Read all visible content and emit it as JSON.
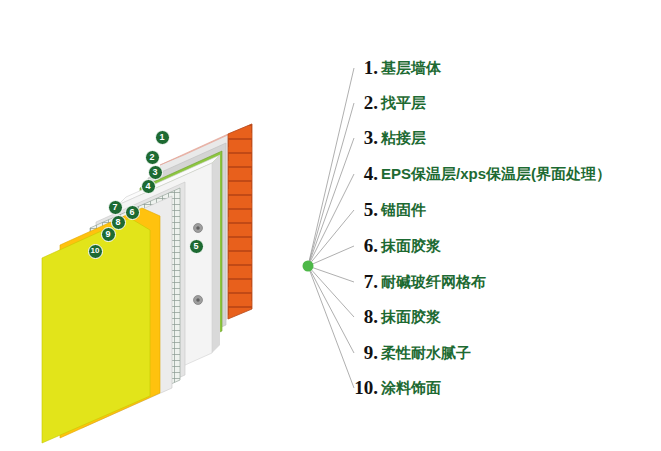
{
  "diagram": {
    "nodes": [
      {
        "text": [
          "1"
        ]
      },
      {
        "text": [
          "2"
        ]
      },
      {
        "text": [
          "3"
        ]
      },
      {
        "text": [
          "4"
        ]
      },
      {
        "text": [
          "5"
        ]
      },
      {
        "text": [
          "6"
        ]
      },
      {
        "text": [
          "7"
        ]
      },
      {
        "text": [
          "8"
        ]
      },
      {
        "text": [
          "9"
        ]
      },
      {
        "text": [
          "10"
        ]
      }
    ],
    "labels": [
      "1.",
      "基层墙体",
      "2.",
      "找平层",
      "3.",
      "粘接层",
      "4.",
      "EPS保温层/xps保温层(界面处理）",
      "5.",
      "锚固件",
      "6.",
      "抹面胶浆",
      "7.",
      "耐碱玻纤网格布",
      "8.",
      "抹面胶浆",
      "9.",
      "柔性耐水腻子",
      "10.",
      "涂料饰面"
    ]
  }
}
